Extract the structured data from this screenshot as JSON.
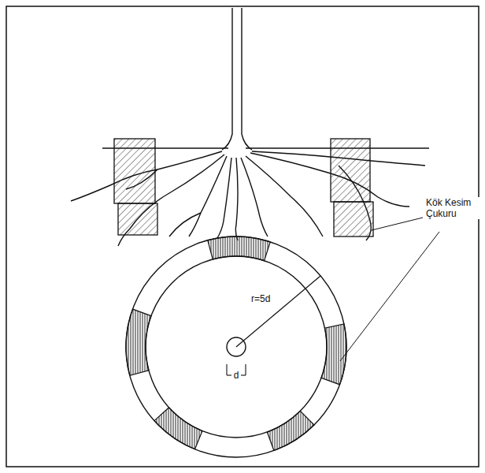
{
  "diagram": {
    "labels": [
      "Kök Kesim Çukuru",
      "r=5d",
      "d"
    ]
  }
}
